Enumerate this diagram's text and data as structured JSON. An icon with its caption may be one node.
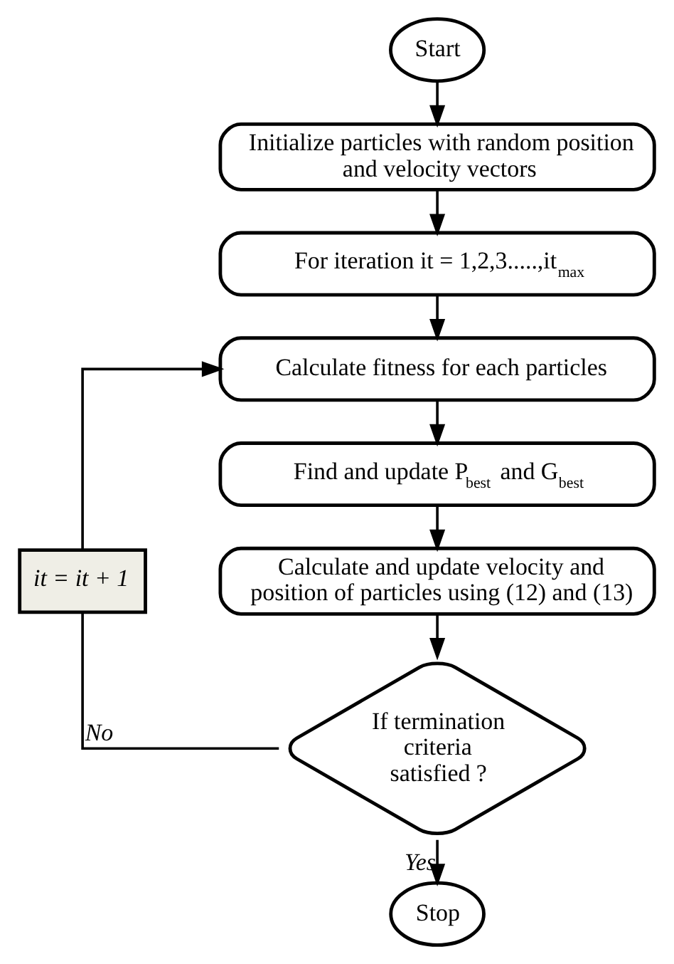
{
  "diagram": {
    "nodes": [
      {
        "text": [
          "Start"
        ]
      },
      {
        "text": [
          "Initialize particles with random position and velocity vectors"
        ]
      },
      {
        "text": [
          "For iteration it = 1,2,3.....,it$_{max}$"
        ]
      },
      {
        "text": [
          "Calculate fitness for each particles"
        ]
      },
      {
        "text": [
          "Find and update P$_{best}$ and G$_{best}$"
        ]
      },
      {
        "text": [
          "Calculate and update velocity and position of particles using (12) and (13)"
        ]
      },
      {
        "text": [
          "If termination criteria satisfied ?"
        ]
      },
      {
        "text": [
          "it = it + 1"
        ]
      },
      {
        "text": [
          "Stop"
        ]
      }
    ],
    "edges": [
      {
        "from": 0,
        "to": 1,
        "arrow": "to"
      },
      {
        "from": 1,
        "to": 2,
        "arrow": "to"
      },
      {
        "from": 2,
        "to": 3,
        "arrow": "to"
      },
      {
        "from": 3,
        "to": 4,
        "arrow": "to"
      },
      {
        "from": 4,
        "to": 5,
        "arrow": "to"
      },
      {
        "from": 5,
        "to": 6,
        "arrow": "to"
      },
      {
        "from": 6,
        "to": 7,
        "arrow": "none",
        "label": "No"
      },
      {
        "from": 7,
        "to": 3,
        "arrow": "to"
      },
      {
        "from": 6,
        "to": 8,
        "arrow": "to",
        "label": "Yes"
      }
    ]
  }
}
